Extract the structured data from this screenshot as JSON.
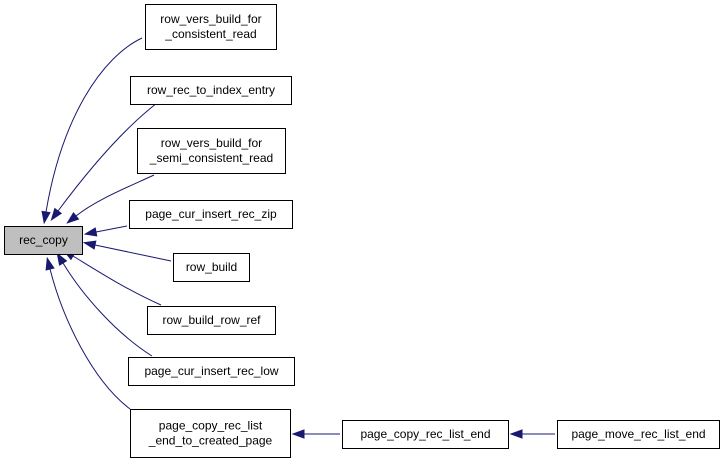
{
  "diagram": {
    "type": "call-graph",
    "root": "rec_copy",
    "nodes": [
      {
        "id": "rec_copy",
        "lines": [
          "rec_copy"
        ],
        "highlighted": true
      },
      {
        "id": "row_vers_build_for_consistent_read",
        "lines": [
          "row_vers_build_for",
          "_consistent_read"
        ]
      },
      {
        "id": "row_rec_to_index_entry",
        "lines": [
          "row_rec_to_index_entry"
        ]
      },
      {
        "id": "row_vers_build_for_semi_consistent_read",
        "lines": [
          "row_vers_build_for",
          "_semi_consistent_read"
        ]
      },
      {
        "id": "page_cur_insert_rec_zip",
        "lines": [
          "page_cur_insert_rec_zip"
        ]
      },
      {
        "id": "row_build",
        "lines": [
          "row_build"
        ]
      },
      {
        "id": "row_build_row_ref",
        "lines": [
          "row_build_row_ref"
        ]
      },
      {
        "id": "page_cur_insert_rec_low",
        "lines": [
          "page_cur_insert_rec_low"
        ]
      },
      {
        "id": "page_copy_rec_list_end_to_created_page",
        "lines": [
          "page_copy_rec_list",
          "_end_to_created_page"
        ]
      },
      {
        "id": "page_copy_rec_list_end",
        "lines": [
          "page_copy_rec_list_end"
        ]
      },
      {
        "id": "page_move_rec_list_end",
        "lines": [
          "page_move_rec_list_end"
        ]
      }
    ],
    "edges": [
      {
        "from": "row_vers_build_for_consistent_read",
        "to": "rec_copy"
      },
      {
        "from": "row_rec_to_index_entry",
        "to": "rec_copy"
      },
      {
        "from": "row_vers_build_for_semi_consistent_read",
        "to": "rec_copy"
      },
      {
        "from": "page_cur_insert_rec_zip",
        "to": "rec_copy"
      },
      {
        "from": "row_build",
        "to": "rec_copy"
      },
      {
        "from": "row_build_row_ref",
        "to": "rec_copy"
      },
      {
        "from": "page_cur_insert_rec_low",
        "to": "rec_copy"
      },
      {
        "from": "page_copy_rec_list_end_to_created_page",
        "to": "rec_copy"
      },
      {
        "from": "page_copy_rec_list_end",
        "to": "page_copy_rec_list_end_to_created_page"
      },
      {
        "from": "page_move_rec_list_end",
        "to": "page_copy_rec_list_end"
      }
    ],
    "colors": {
      "edge": "#191970",
      "root_fill": "#bfbfbf",
      "node_fill": "#ffffff",
      "border": "#000000"
    }
  }
}
